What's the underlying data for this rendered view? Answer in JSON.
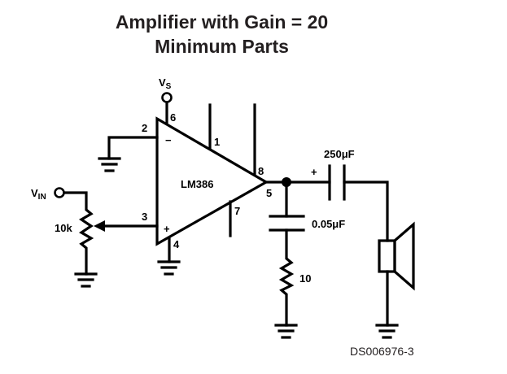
{
  "title": {
    "line1": "Amplifier with Gain = 20",
    "line2": "Minimum Parts"
  },
  "schematic": {
    "ic_label": "LM386",
    "supply_label": "V",
    "supply_sub": "S",
    "input_label": "V",
    "input_sub": "IN",
    "pins": {
      "p1": "1",
      "p2": "2",
      "p3": "3",
      "p4": "4",
      "p5": "5",
      "p6": "6",
      "p7": "7",
      "p8": "8"
    },
    "inverting_sign": "−",
    "noninverting_sign": "+",
    "pot_value": "10k",
    "output_cap_value": "250μF",
    "output_cap_polarity": "+",
    "bypass_cap_value": "0.05μF",
    "snubber_res_value": "10",
    "reference": "DS006976-3"
  }
}
